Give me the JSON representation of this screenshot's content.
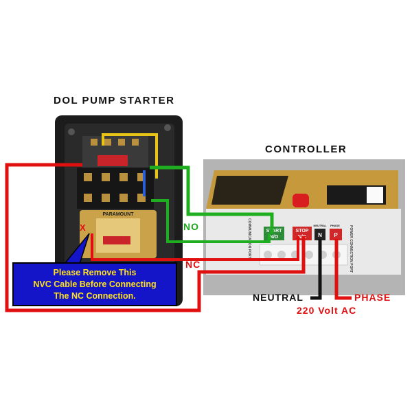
{
  "headings": {
    "starter": "DOL PUMP STARTER",
    "controller": "CONTROLLER"
  },
  "wires": {
    "no_label": "NO",
    "nc_label": "NC",
    "neutral_label": "NEUTRAL",
    "phase_label": "PHASE",
    "supply_label": "220 Volt AC"
  },
  "note": {
    "line1": "Please Remove This",
    "line2": "NVC Cable Before Connecting",
    "line3": "The NC Connection."
  },
  "starter": {
    "marker": "X",
    "brand": "PARAMOUNT"
  },
  "controller": {
    "terminals": {
      "start": "START",
      "start_sub": "N/O",
      "stop": "STOP",
      "stop_sub": "N/C",
      "neutral": "N",
      "phase": "P",
      "neutral_small": "NEUTRAL",
      "phase_small": "PHASE"
    },
    "port_label": "POWER CONNECTION PORT",
    "side_label": "COMMUNICATION PORT"
  },
  "colors": {
    "red_wire": "#e01010",
    "green_wire": "#1fae1f",
    "black_wire": "#111111",
    "note_bg": "#1414c8",
    "note_text": "#ffe21a"
  }
}
